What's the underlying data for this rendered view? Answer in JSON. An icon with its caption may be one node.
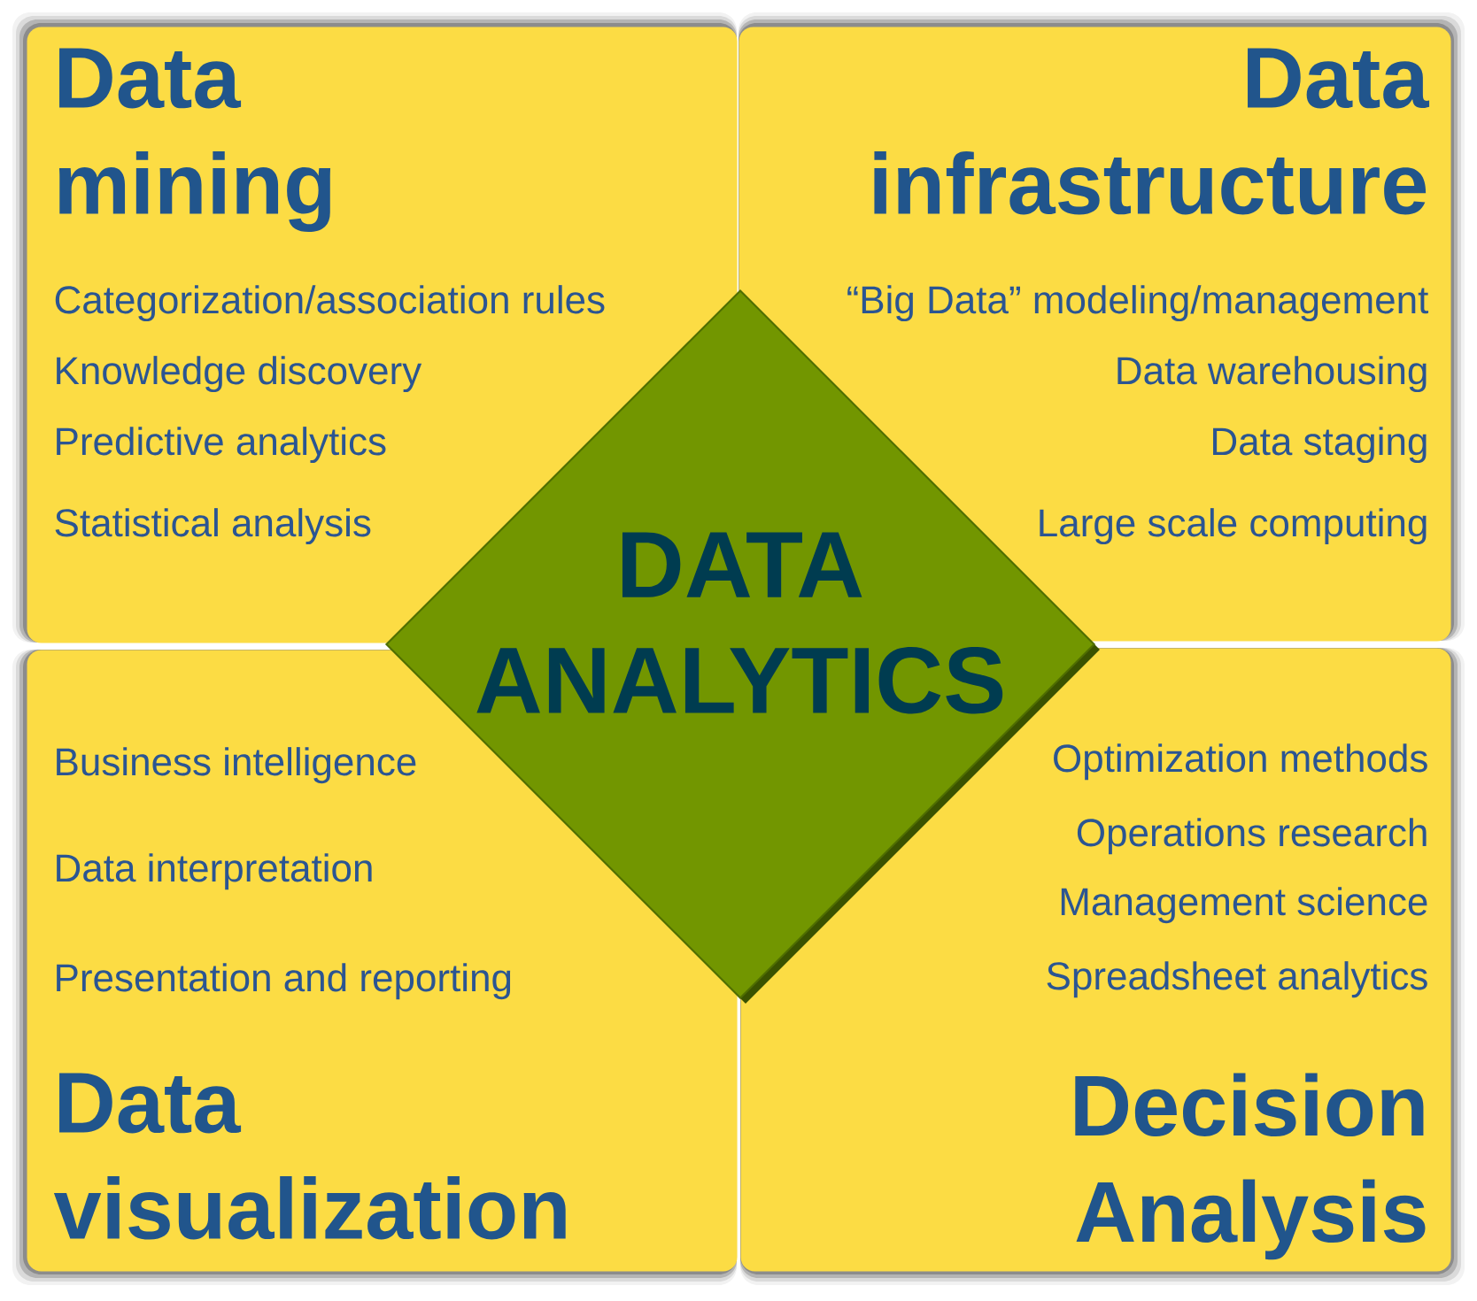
{
  "diagram": {
    "nodes": [
      {
        "text": [
          "Data mining",
          "Categorization/association rules",
          "Knowledge discovery",
          "Predictive analytics",
          "Statistical analysis"
        ]
      },
      {
        "text": [
          "Data infrastructure",
          "“Big Data” modeling/management",
          "Data warehousing",
          "Data staging",
          "Large scale computing"
        ]
      },
      {
        "text": [
          "Business intelligence",
          "Data interpretation",
          "Presentation and reporting",
          "Data visualization"
        ]
      },
      {
        "text": [
          "Optimization methods",
          "Operations research",
          "Management science",
          "Spreadsheet analytics",
          "Decision Analysis"
        ]
      },
      {
        "text": [
          "DATA ANALYTICS"
        ]
      }
    ]
  }
}
